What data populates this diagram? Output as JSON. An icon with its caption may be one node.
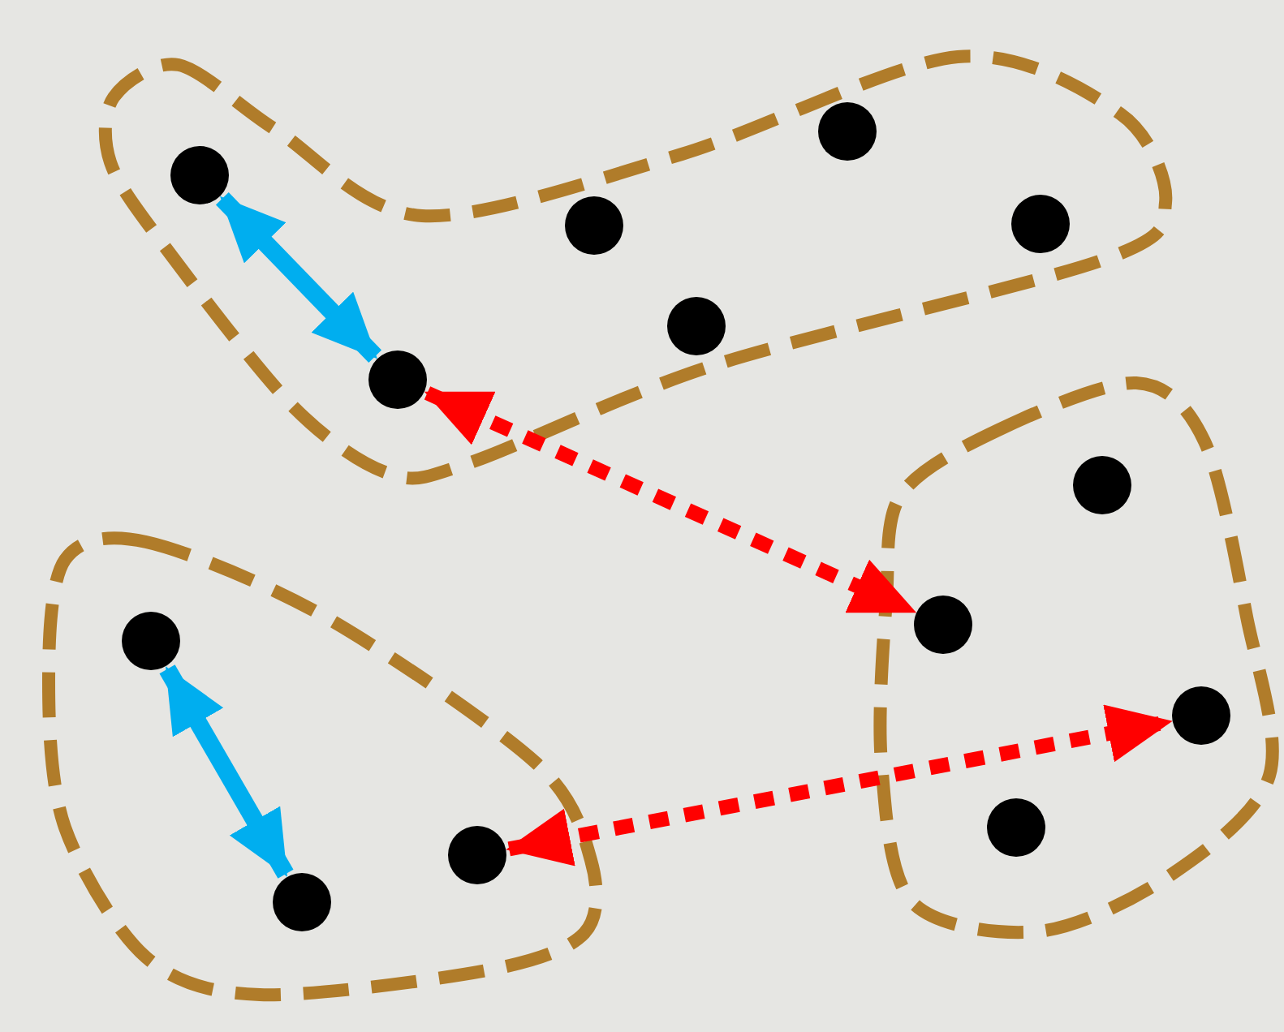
{
  "diagram": {
    "nodes": [
      {
        "text": [],
        "shape": "region"
      },
      {
        "text": [],
        "shape": "circle",
        "in": 0
      },
      {
        "text": [],
        "shape": "circle",
        "in": 0
      },
      {
        "text": [],
        "shape": "circle",
        "in": 0
      },
      {
        "text": [],
        "shape": "circle",
        "in": 0
      },
      {
        "text": [],
        "shape": "circle",
        "in": 0
      },
      {
        "text": [],
        "shape": "circle",
        "in": 0
      },
      {
        "text": [],
        "shape": "region"
      },
      {
        "text": [],
        "shape": "circle",
        "in": 7
      },
      {
        "text": [],
        "shape": "circle",
        "in": 7
      },
      {
        "text": [],
        "shape": "circle",
        "in": 7
      },
      {
        "text": [],
        "shape": "circle",
        "in": 7
      },
      {
        "text": [],
        "shape": "region"
      },
      {
        "text": [],
        "shape": "circle",
        "in": 12
      },
      {
        "text": [],
        "shape": "circle",
        "in": 12
      },
      {
        "text": [],
        "shape": "circle",
        "in": 12
      }
    ],
    "edges": [
      {
        "from": 1,
        "to": 2,
        "arrow": "both",
        "color": "#00aeef"
      },
      {
        "from": 2,
        "to": 9,
        "arrow": "both",
        "style": "dashed",
        "color": "#ff0000"
      },
      {
        "from": 13,
        "to": 14,
        "arrow": "both",
        "color": "#00aeef"
      },
      {
        "from": 15,
        "to": 10,
        "arrow": "both",
        "style": "dashed",
        "color": "#ff0000"
      }
    ]
  }
}
